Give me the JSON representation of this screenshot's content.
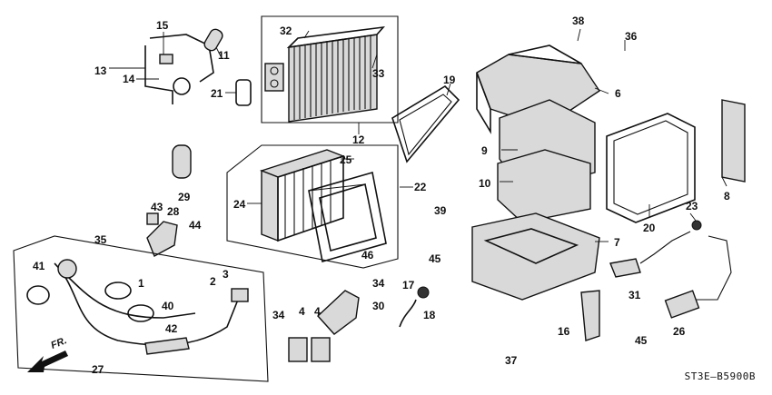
{
  "diagram_code": "ST3E–B5900B",
  "direction_label": "FR.",
  "callouts": {
    "c1": "1",
    "c2": "2",
    "c3": "3",
    "c4a": "4",
    "c4b": "4",
    "c6": "6",
    "c7": "7",
    "c8": "8",
    "c9": "9",
    "c10": "10",
    "c11": "11",
    "c12": "12",
    "c13": "13",
    "c14": "14",
    "c15": "15",
    "c16": "16",
    "c17": "17",
    "c18": "18",
    "c19": "19",
    "c20": "20",
    "c21": "21",
    "c22": "22",
    "c23": "23",
    "c24": "24",
    "c25": "25",
    "c26": "26",
    "c27": "27",
    "c28": "28",
    "c29": "29",
    "c30": "30",
    "c31": "31",
    "c32": "32",
    "c33": "33",
    "c34a": "34",
    "c34b": "34",
    "c35": "35",
    "c36": "36",
    "c37": "37",
    "c38": "38",
    "c39": "39",
    "c40": "40",
    "c41": "41",
    "c42": "42",
    "c43": "43",
    "c44": "44",
    "c45a": "45",
    "c45b": "45",
    "c46": "46"
  }
}
